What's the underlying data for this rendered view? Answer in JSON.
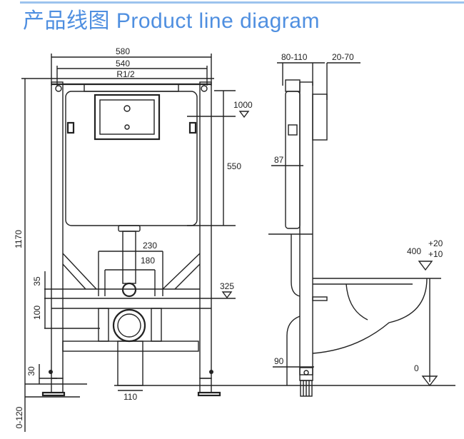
{
  "title": "产品线图 Product line diagram",
  "front_view": {
    "width_outer": "580",
    "width_inner": "540",
    "thread": "R1/2",
    "height_total": "1170",
    "level_top": "1000",
    "tank_height": "550",
    "spacing_230": "230",
    "spacing_180": "180",
    "level_325": "325",
    "dim_35": "35",
    "dim_100": "100",
    "dim_30": "30",
    "foot_adjust": "0-120",
    "drain": "110"
  },
  "side_view": {
    "depth_front": "80-110",
    "depth_plate": "20-70",
    "dim_87": "87",
    "seat_height": "400",
    "tol_plus20": "+20",
    "tol_plus10": "+10",
    "floor_level": "0",
    "dim_90": "90"
  }
}
